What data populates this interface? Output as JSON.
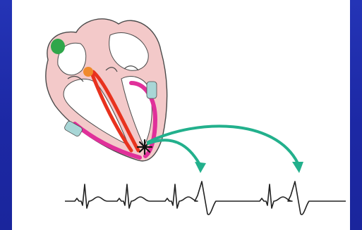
{
  "slide": {
    "background_color": "#1f2baa",
    "panel_color": "#ffffff"
  },
  "heart": {
    "wall_color": "#f3c9c9",
    "outline_color": "#4a4a4a",
    "purkinje_color": "#e0309a",
    "bundle_color": "#e8321e",
    "av_node_color": "#f08a2c",
    "sa_node_color": "#2fa64a",
    "valve_color": "#a8d6d6"
  },
  "ectopic_focus": {
    "marker": "asterisk"
  },
  "arrows": {
    "color": "#22b08c",
    "count": 2
  },
  "ecg": {
    "beats": [
      "normal",
      "normal",
      "normal",
      "wide",
      "normal",
      "wide"
    ],
    "stroke_color": "#222222"
  }
}
